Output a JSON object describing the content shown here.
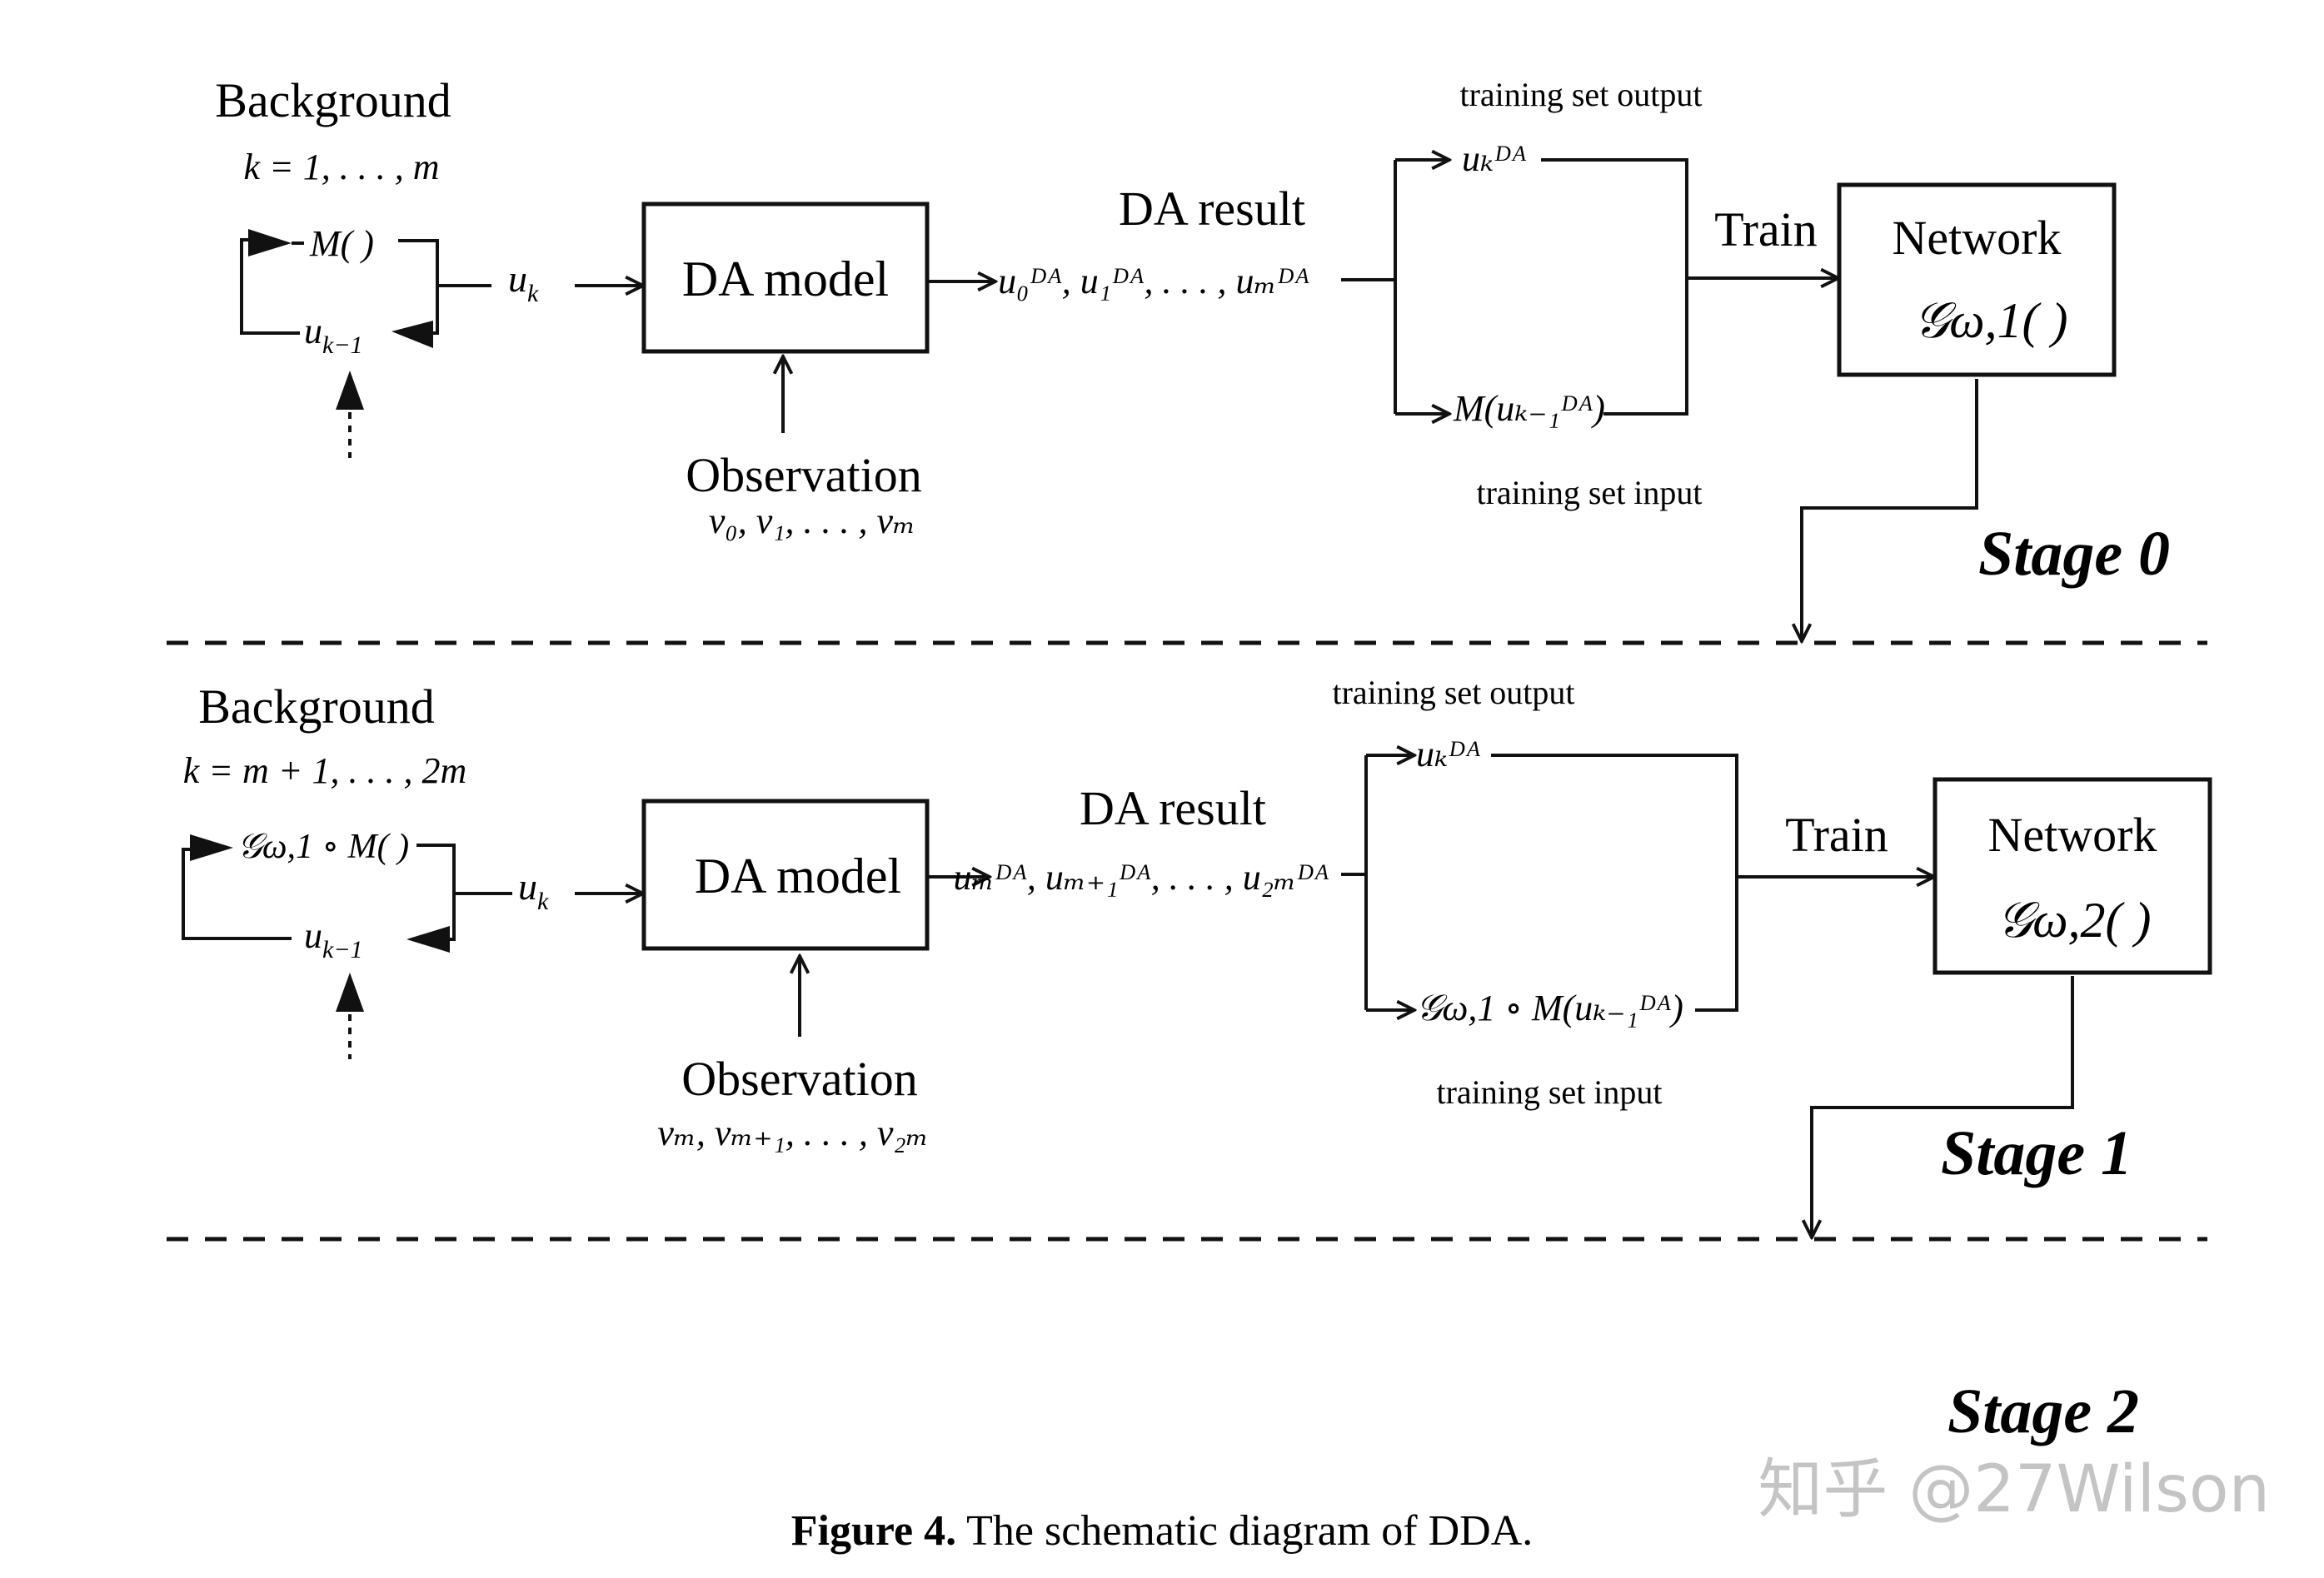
{
  "stage0": {
    "background_label": "Background",
    "k_range": "k = 1, . . . , m",
    "loop_model": "M( )",
    "loop_state": "u",
    "loop_state_sub": "k−1",
    "state_out": "u",
    "state_out_sub": "k",
    "da_model": "DA model",
    "da_result_label": "DA result",
    "da_result_seq": "u₀ᴰᴬ, u₁ᴰᴬ, . . . , uₘᴰᴬ",
    "observation_label": "Observation",
    "observation_seq": "v₀, v₁, . . . , vₘ",
    "training_output_label": "training set output",
    "training_output": "uₖᴰᴬ",
    "training_input_label": "training set input",
    "training_input": "M(uₖ₋₁ᴰᴬ)",
    "train_label": "Train",
    "network_label": "Network",
    "network_func": "𝒢ω,1( )",
    "stage_label": "Stage 0"
  },
  "stage1": {
    "background_label": "Background",
    "k_range": "k = m + 1, . . . , 2m",
    "loop_model": "𝒢ω,1 ∘ M( )",
    "loop_state": "u",
    "loop_state_sub": "k−1",
    "state_out": "u",
    "state_out_sub": "k",
    "da_model": "DA model",
    "da_result_label": "DA result",
    "da_result_seq": "uₘᴰᴬ, uₘ₊₁ᴰᴬ, . . . , u₂ₘᴰᴬ",
    "observation_label": "Observation",
    "observation_seq": "vₘ, vₘ₊₁, . . . , v₂ₘ",
    "training_output_label": "training set output",
    "training_output": "uₖᴰᴬ",
    "training_input_label": "training set input",
    "training_input": "𝒢ω,1 ∘ M(uₖ₋₁ᴰᴬ)",
    "train_label": "Train",
    "network_label": "Network",
    "network_func": "𝒢ω,2( )",
    "stage_label": "Stage 1"
  },
  "stage2": {
    "stage_label": "Stage 2"
  },
  "caption": {
    "label": "Figure 4.",
    "text": " The schematic diagram of DDA."
  },
  "watermark": "知乎 @27Wilson"
}
